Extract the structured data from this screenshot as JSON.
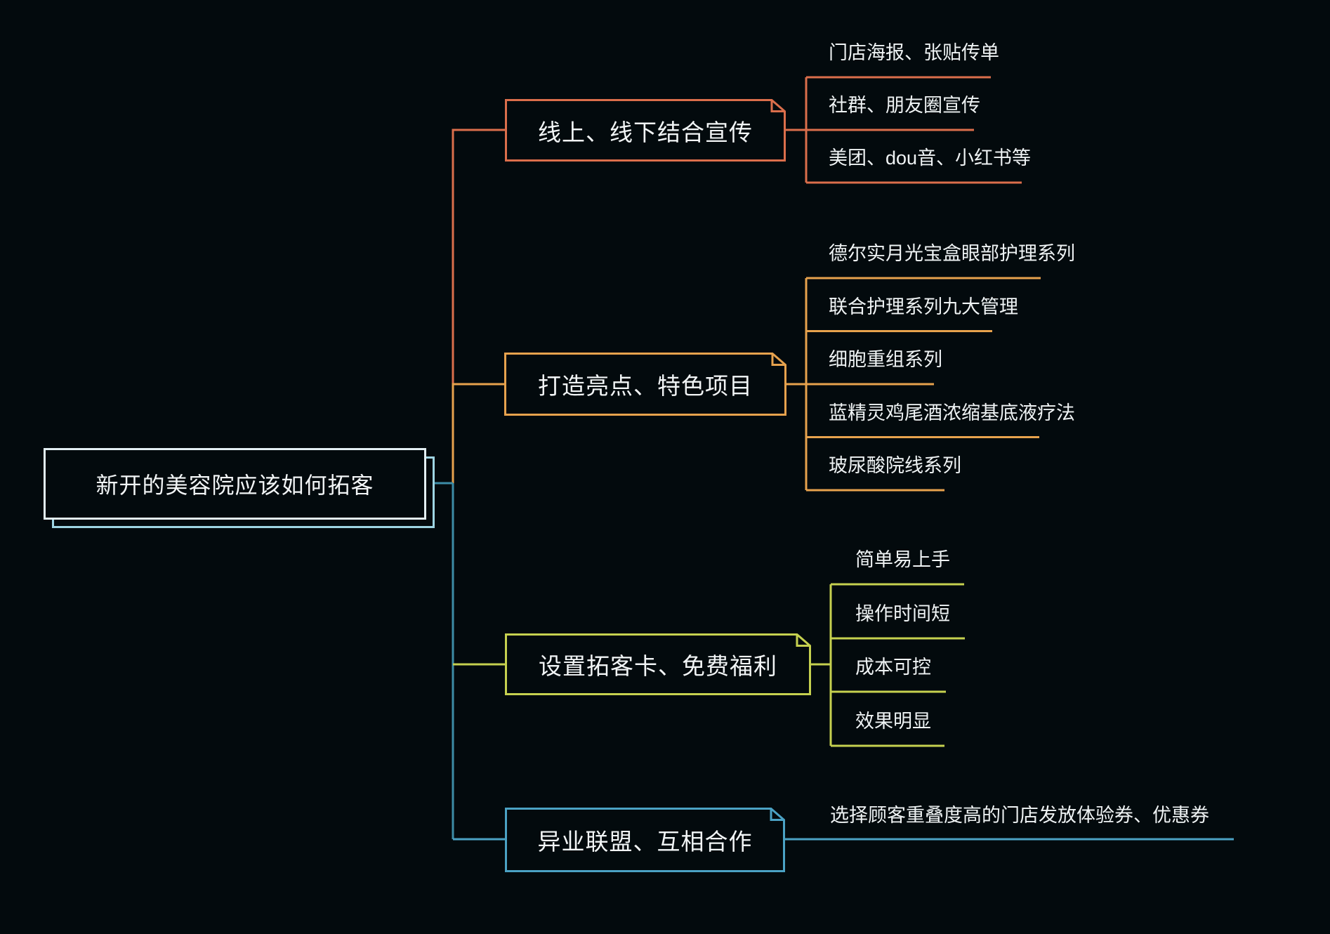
{
  "root": {
    "label": "新开的美容院应该如何拓客"
  },
  "branches": [
    {
      "label": "线上、线下结合宣传",
      "color": "#DB6E4B",
      "children": [
        "门店海报、张贴传单",
        "社群、朋友圈宣传",
        "美团、dou音、小红书等"
      ]
    },
    {
      "label": "打造亮点、特色项目",
      "color": "#E7A24D",
      "children": [
        "德尔实月光宝盒眼部护理系列",
        "联合护理系列九大管理",
        "细胞重组系列",
        "蓝精灵鸡尾酒浓缩基底液疗法",
        "玻尿酸院线系列"
      ]
    },
    {
      "label": "设置拓客卡、免费福利",
      "color": "#C6D14F",
      "children": [
        "简单易上手",
        "操作时间短",
        "成本可控",
        "效果明显"
      ]
    },
    {
      "label": "异业联盟、互相合作",
      "color": "#4BA2C4",
      "children": [
        "选择顾客重叠度高的门店发放体验券、优惠券"
      ]
    }
  ],
  "colors": {
    "background": "#030a0d",
    "text": "#F2F5F6",
    "root_border": "#E3EFF3",
    "root_shadow_border": "#9ED4E2",
    "spine": "#3C8CA6",
    "branch1": "#DB6E4B",
    "branch2": "#E7A24D",
    "branch3": "#C6D14F",
    "branch4": "#4BA2C4"
  }
}
